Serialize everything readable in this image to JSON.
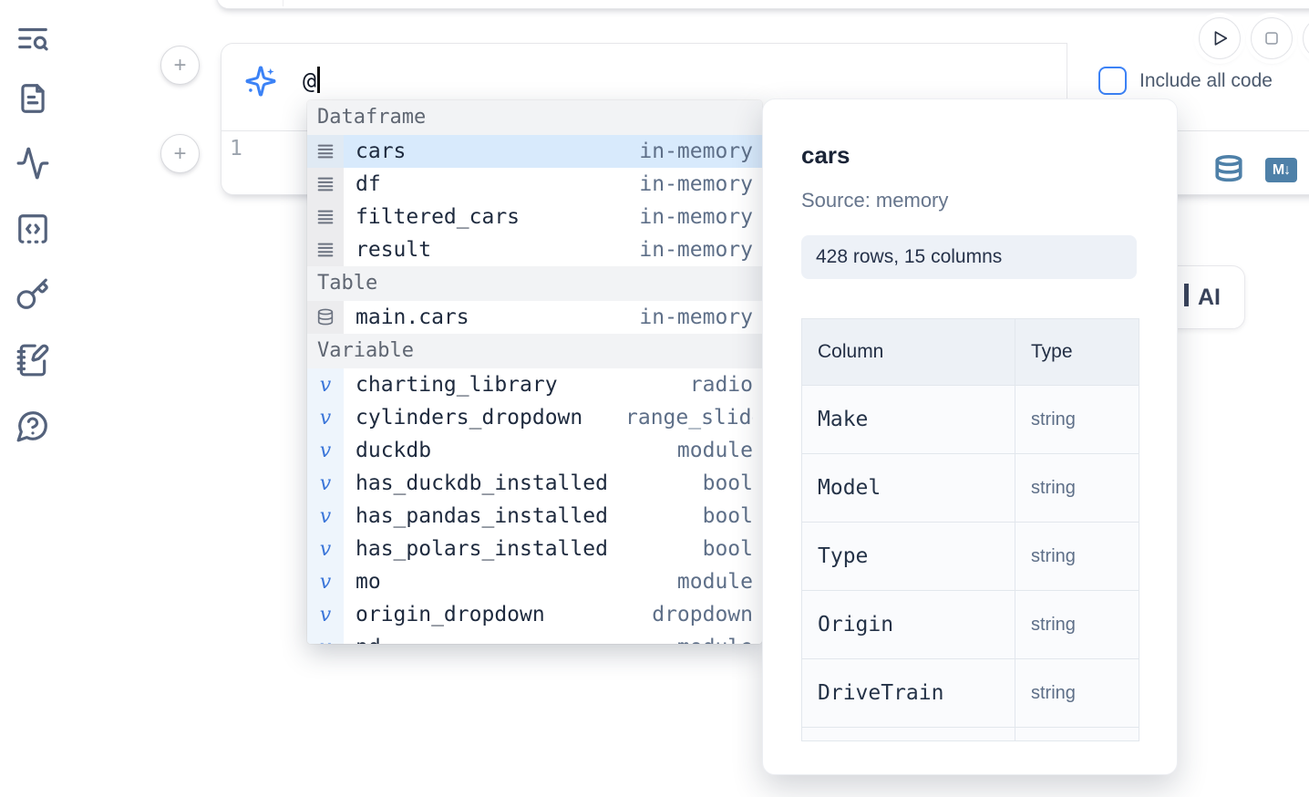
{
  "colors": {
    "accent_blue": "#3b82f6",
    "steel_blue": "#4e80a8",
    "selected_row_bg": "#d8eafc",
    "sidebar_icon": "#54627c"
  },
  "sidebar": {
    "items": [
      {
        "icon": "list-search-icon"
      },
      {
        "icon": "document-icon"
      },
      {
        "icon": "activity-icon"
      },
      {
        "icon": "code-snippet-icon"
      },
      {
        "icon": "key-icon"
      },
      {
        "icon": "notebook-pen-icon"
      },
      {
        "icon": "help-chat-icon"
      }
    ]
  },
  "add_cell_buttons": {
    "label": "+"
  },
  "run_controls": {
    "play": "play-icon",
    "stop": "stop-icon",
    "extra": "partially-visible-circle"
  },
  "ai_prompt": {
    "value": "@",
    "include_all_code_label": "Include all code",
    "checkbox_checked": false
  },
  "code_cell": {
    "line_number": "1",
    "markdown_badge": "M↓"
  },
  "autocomplete": {
    "sections": [
      {
        "label": "Dataframe",
        "items": [
          {
            "name": "cars",
            "type": "in-memory",
            "icon": "dataframe",
            "selected": true
          },
          {
            "name": "df",
            "type": "in-memory",
            "icon": "dataframe"
          },
          {
            "name": "filtered_cars",
            "type": "in-memory",
            "icon": "dataframe"
          },
          {
            "name": "result",
            "type": "in-memory",
            "icon": "dataframe"
          }
        ]
      },
      {
        "label": "Table",
        "items": [
          {
            "name": "main.cars",
            "type": "in-memory",
            "icon": "database"
          }
        ]
      },
      {
        "label": "Variable",
        "items": [
          {
            "name": "charting_library",
            "type": "radio",
            "icon": "variable"
          },
          {
            "name": "cylinders_dropdown",
            "type": "range_slider",
            "icon": "variable",
            "clipped": true
          },
          {
            "name": "duckdb",
            "type": "module",
            "icon": "variable"
          },
          {
            "name": "has_duckdb_installed",
            "type": "bool",
            "icon": "variable"
          },
          {
            "name": "has_pandas_installed",
            "type": "bool",
            "icon": "variable"
          },
          {
            "name": "has_polars_installed",
            "type": "bool",
            "icon": "variable"
          },
          {
            "name": "mo",
            "type": "module",
            "icon": "variable"
          },
          {
            "name": "origin_dropdown",
            "type": "dropdown",
            "icon": "variable"
          },
          {
            "name": "pd",
            "type": "module",
            "icon": "variable",
            "partial": true
          }
        ]
      }
    ]
  },
  "preview_panel": {
    "title": "cars",
    "source": "Source: memory",
    "shape_badge": "428 rows, 15 columns",
    "table": {
      "headers": [
        "Column",
        "Type"
      ],
      "rows": [
        [
          "Make",
          "string"
        ],
        [
          "Model",
          "string"
        ],
        [
          "Type",
          "string"
        ],
        [
          "Origin",
          "string"
        ],
        [
          "DriveTrain",
          "string"
        ]
      ],
      "partial_row": true
    }
  },
  "ai_generate_button": {
    "visible_label": "AI"
  }
}
